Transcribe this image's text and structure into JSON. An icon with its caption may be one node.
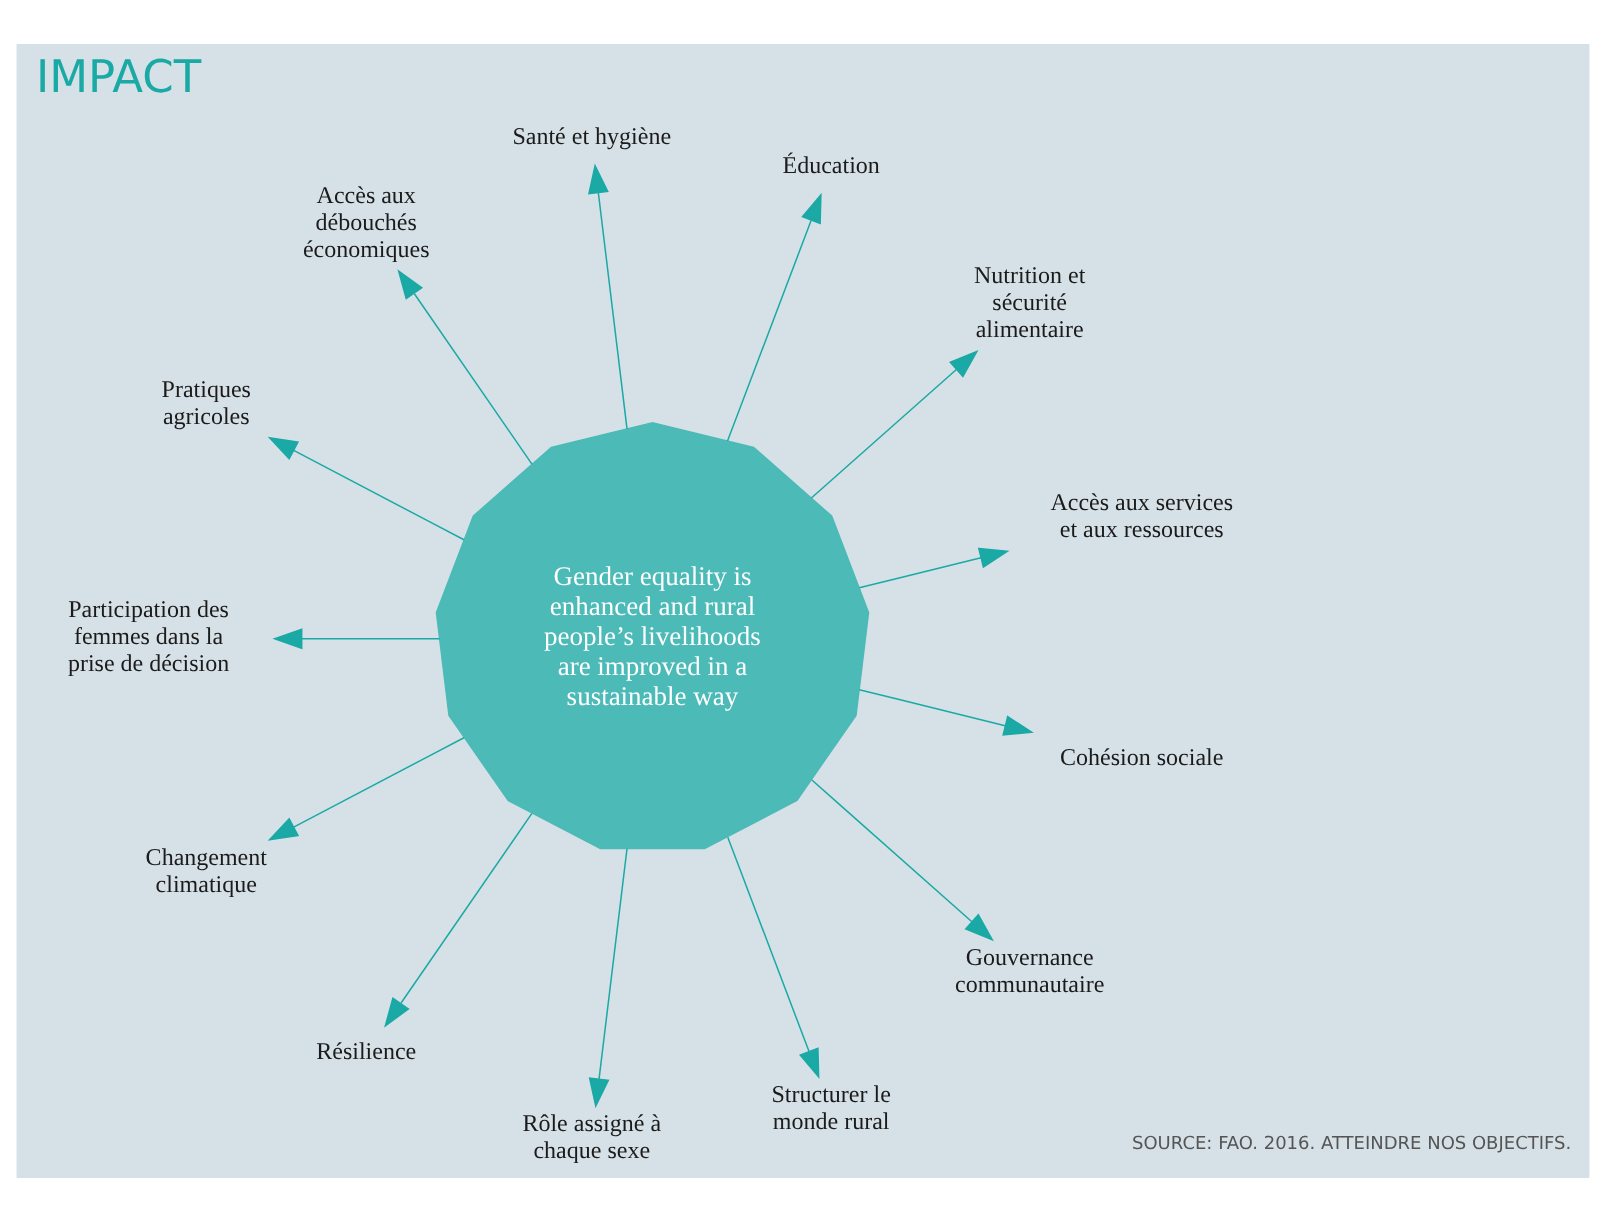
{
  "diagram": {
    "title": "IMPACT",
    "nodes": [
      {
        "text": [
          "Gender equality is enhanced and rural people’s livelihoods are improved in a sustainable way"
        ]
      },
      {
        "text": [
          "Accès aux services et aux ressources"
        ]
      },
      {
        "text": [
          "Nutrition et sécurité alimentaire"
        ]
      },
      {
        "text": [
          "Éducation"
        ]
      },
      {
        "text": [
          "Santé et hygiène"
        ]
      },
      {
        "text": [
          "Accès aux débouchés économiques"
        ]
      },
      {
        "text": [
          "Pratiques agricoles"
        ]
      },
      {
        "text": [
          "Participation des femmes dans la prise de décision"
        ]
      },
      {
        "text": [
          "Changement climatique"
        ]
      },
      {
        "text": [
          "Résilience"
        ]
      },
      {
        "text": [
          "Rôle assigné à chaque sexe"
        ]
      },
      {
        "text": [
          "Structurer le monde rural"
        ]
      },
      {
        "text": [
          "Gouvernance communautaire"
        ]
      },
      {
        "text": [
          "Cohésion sociale"
        ]
      }
    ],
    "edges": [
      {
        "from": 0,
        "to": 1,
        "arrow": "to"
      },
      {
        "from": 0,
        "to": 2,
        "arrow": "to"
      },
      {
        "from": 0,
        "to": 3,
        "arrow": "to"
      },
      {
        "from": 0,
        "to": 4,
        "arrow": "to"
      },
      {
        "from": 0,
        "to": 5,
        "arrow": "to"
      },
      {
        "from": 0,
        "to": 6,
        "arrow": "to"
      },
      {
        "from": 0,
        "to": 7,
        "arrow": "to"
      },
      {
        "from": 0,
        "to": 8,
        "arrow": "to"
      },
      {
        "from": 0,
        "to": 9,
        "arrow": "to"
      },
      {
        "from": 0,
        "to": 10,
        "arrow": "to"
      },
      {
        "from": 0,
        "to": 11,
        "arrow": "to"
      },
      {
        "from": 0,
        "to": 12,
        "arrow": "to"
      },
      {
        "from": 0,
        "to": 13,
        "arrow": "to"
      }
    ],
    "labels": [
      "SOURCE: FAO. 2016. ATTEINDRE NOS OBJECTIFS."
    ]
  }
}
